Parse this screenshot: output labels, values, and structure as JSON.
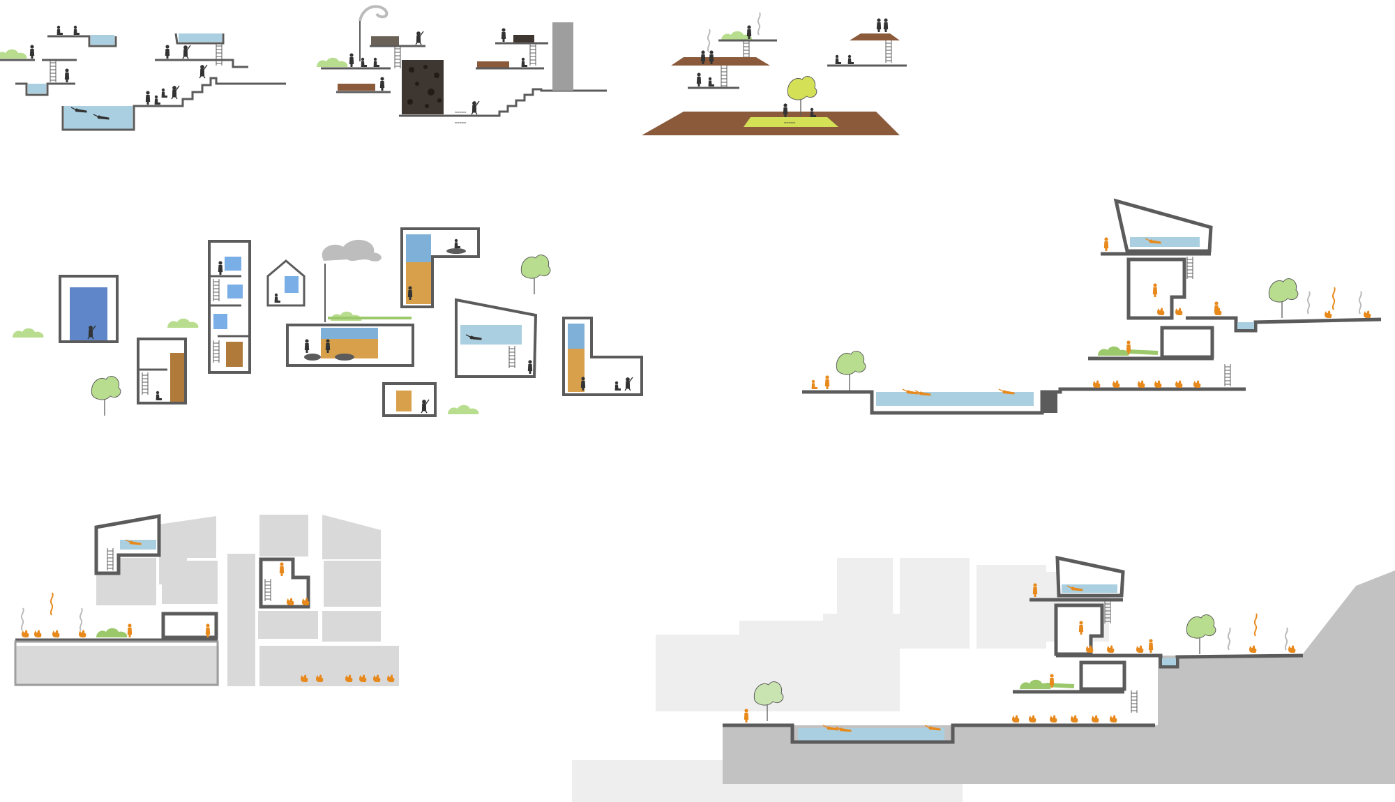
{
  "sheet": {
    "panels": [
      {
        "id": "pools-and-stairs"
      },
      {
        "id": "materials-and-tower"
      },
      {
        "id": "floating-platforms"
      },
      {
        "id": "room-vignettes"
      },
      {
        "id": "section-cliff-house"
      },
      {
        "id": "section-dense-context"
      },
      {
        "id": "section-hillside"
      }
    ],
    "tiny_labels": [
      {
        "id": "label-pool-deck",
        "text": "≈≈≈≈≈"
      },
      {
        "id": "label-stair-base",
        "text": "≈≈≈≈≈"
      },
      {
        "id": "label-platform-lawn",
        "text": "≈≈≈≈≈"
      }
    ]
  },
  "colors": {
    "wall": "#5b5b5b",
    "water": "#a9cfe0",
    "water_deep": "#5e86c8",
    "figure": "#333333",
    "figure_orange": "#e8891c",
    "tree": "#b8dd8e",
    "lawn": "#9bc86a",
    "lime": "#d4e157",
    "wood": "#8a5a3b",
    "rock": "#3e3630",
    "concrete": "#9e9e9e",
    "ghost": "#d9d9d9",
    "hill": "#c2c2c2",
    "smoke": "#bbbbbb"
  }
}
